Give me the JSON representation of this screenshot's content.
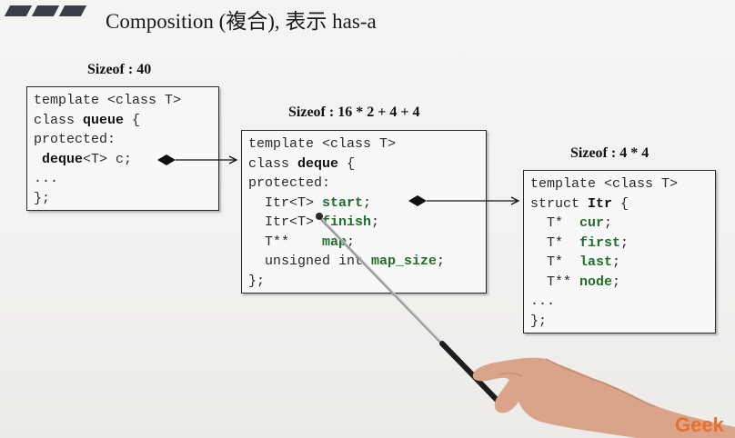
{
  "slide": {
    "title": "Composition (複合), 表示 has-a",
    "logo": "Geek"
  },
  "queue": {
    "sizeof": "Sizeof : 40",
    "lines": [
      [
        "template <class T>"
      ],
      [
        "class ",
        {
          "b": "queue"
        },
        " {"
      ],
      [
        "protected:"
      ],
      [
        " ",
        {
          "b": "deque"
        },
        "<T> c;"
      ],
      [
        "..."
      ],
      [
        "};"
      ]
    ]
  },
  "deque": {
    "sizeof": "Sizeof : 16 * 2 + 4 + 4",
    "lines": [
      [
        "template <class T>"
      ],
      [
        "class ",
        {
          "b": "deque"
        },
        " {"
      ],
      [
        "protected:"
      ],
      [
        "  Itr<T> ",
        {
          "g": "start"
        },
        ";"
      ],
      [
        "  Itr<T> ",
        {
          "g": "finish"
        },
        ";"
      ],
      [
        "  T**    ",
        {
          "g": "map"
        },
        ";"
      ],
      [
        "  unsigned int ",
        {
          "g": "map_size"
        },
        ";"
      ],
      [
        "};"
      ]
    ]
  },
  "itr": {
    "sizeof": "Sizeof : 4 * 4",
    "lines": [
      [
        "template <class T>"
      ],
      [
        "struct ",
        {
          "b": "Itr"
        },
        " {"
      ],
      [
        "  T*  ",
        {
          "g": "cur"
        },
        ";"
      ],
      [
        "  T*  ",
        {
          "g": "first"
        },
        ";"
      ],
      [
        "  T*  ",
        {
          "g": "last"
        },
        ";"
      ],
      [
        "  T** ",
        {
          "g": "node"
        },
        ";"
      ],
      [
        "..."
      ],
      [
        "};"
      ]
    ]
  }
}
